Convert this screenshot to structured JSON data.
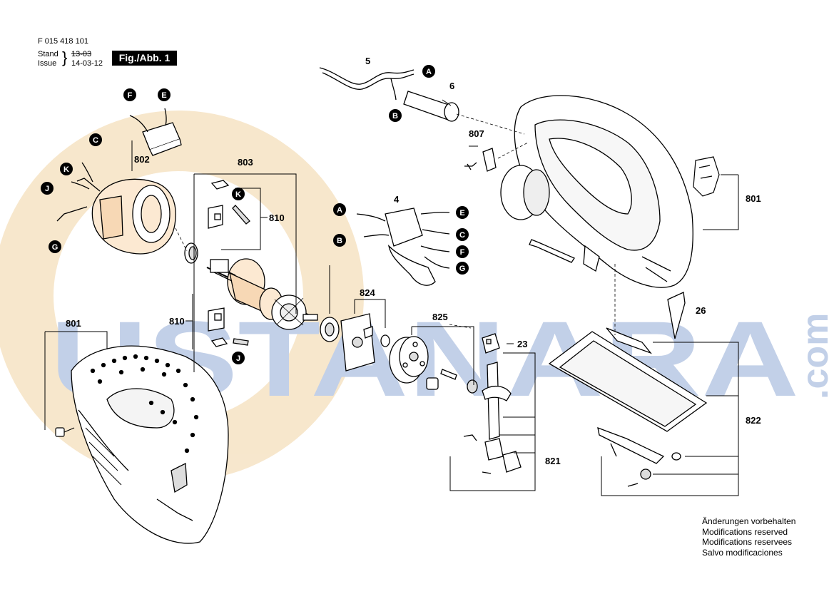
{
  "header": {
    "part_number": "F 015 418 101",
    "stand_label": "Stand",
    "issue_label": "Issue",
    "date_old": "13-03",
    "date_new": "14-03-12",
    "figure": "Fig./Abb. 1"
  },
  "footer_note": [
    "Änderungen vorbehalten",
    "Modifications reserved",
    "Modifications reservees",
    "Salvo modificaciones"
  ],
  "watermark": {
    "text": "USTANARA",
    "suffix": ".com",
    "color": "#b8c8e4",
    "circle_color": "#f6e3c4"
  },
  "parts": [
    "5",
    "6",
    "807",
    "4",
    "802",
    "803",
    "810",
    "810",
    "801",
    "801",
    "824",
    "825",
    "23",
    "26",
    "821",
    "822"
  ],
  "markers": [
    "A",
    "B",
    "F",
    "E",
    "C",
    "K",
    "J",
    "G",
    "K",
    "J",
    "A",
    "B",
    "E",
    "C",
    "F",
    "G"
  ],
  "colors": {
    "ink": "#000000",
    "marker_fill": "#000000",
    "watermark": "#b8c8e4"
  }
}
